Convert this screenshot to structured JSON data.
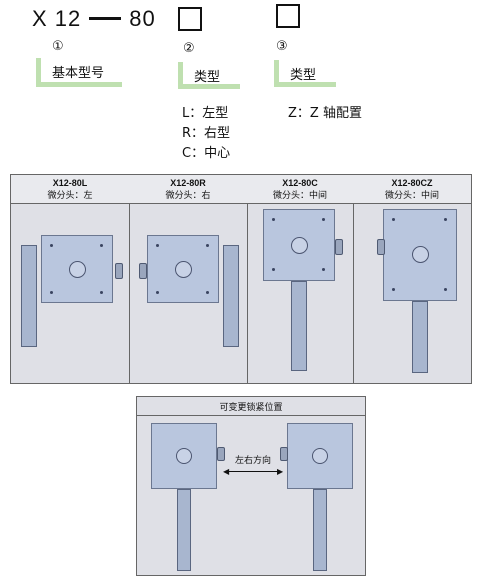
{
  "model_code": {
    "prefix": "X 12",
    "suffix": "80"
  },
  "fields": [
    {
      "num": "①",
      "label": "基本型号"
    },
    {
      "num": "②",
      "label": "类型"
    },
    {
      "num": "③",
      "label": "类型"
    }
  ],
  "type_options": [
    "L：左型",
    "R：右型",
    "C：中心"
  ],
  "axis_option": "Z：Z 轴配置",
  "variants": [
    {
      "model": "X12-80L",
      "sub": "微分头：左"
    },
    {
      "model": "X12-80R",
      "sub": "微分头：右"
    },
    {
      "model": "X12-80C",
      "sub": "微分头：中间"
    },
    {
      "model": "X12-80CZ",
      "sub": "微分头：中间"
    }
  ],
  "lock": {
    "title": "可变更锁紧位置",
    "arrow_label": "左右方向"
  },
  "colors": {
    "accent_green": "#bfe0b0",
    "panel_bg": "#dfe0e6",
    "stage_blue": "#b9c6de"
  }
}
